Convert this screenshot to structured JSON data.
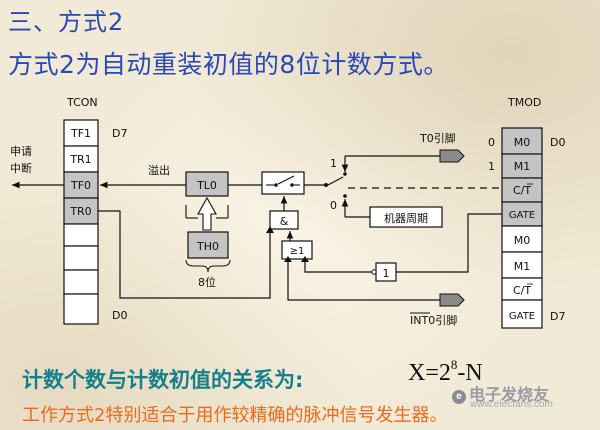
{
  "heading": "三、方式2",
  "subtitle": "方式2为自动重装初值的8位计数方式。",
  "diagram": {
    "tcon_title": "TCON",
    "tcon_bits": [
      "TF1",
      "TR1",
      "TF0",
      "TR0",
      "",
      "",
      "",
      ""
    ],
    "tcon_top_label": "D7",
    "tcon_bottom_label": "D0",
    "interrupt_request": "申请\n中断",
    "overflow": "溢出",
    "tl0": "TL0",
    "th0": "TH0",
    "eight_bit": "8位",
    "and_gate": "&",
    "or_gate": "≥1",
    "not_gate": "1",
    "t0_pin": "T0引脚",
    "int0_pin": "INT0引脚",
    "machine_cycle": "机器周期",
    "sel1": "1",
    "sel0": "0",
    "tmod_title": "TMOD",
    "tmod_bits": [
      "M0",
      "M1",
      "C/T",
      "GATE",
      "M0",
      "M1",
      "C/T",
      "GATE"
    ],
    "tmod_top_label": "D0",
    "tmod_bottom_label": "D7",
    "tmod_m0_val": "0",
    "tmod_m1_val": "1"
  },
  "formula_text": "计数个数与计数初值的关系为:",
  "formula_expr": {
    "prefix": "X=2",
    "exponent": "8",
    "suffix": "-N"
  },
  "note": "工作方式2特别适合于用作较精确的脉冲信号发生器。",
  "watermark": "电子发烧友",
  "watermark_sub": "www.elecfans.com"
}
